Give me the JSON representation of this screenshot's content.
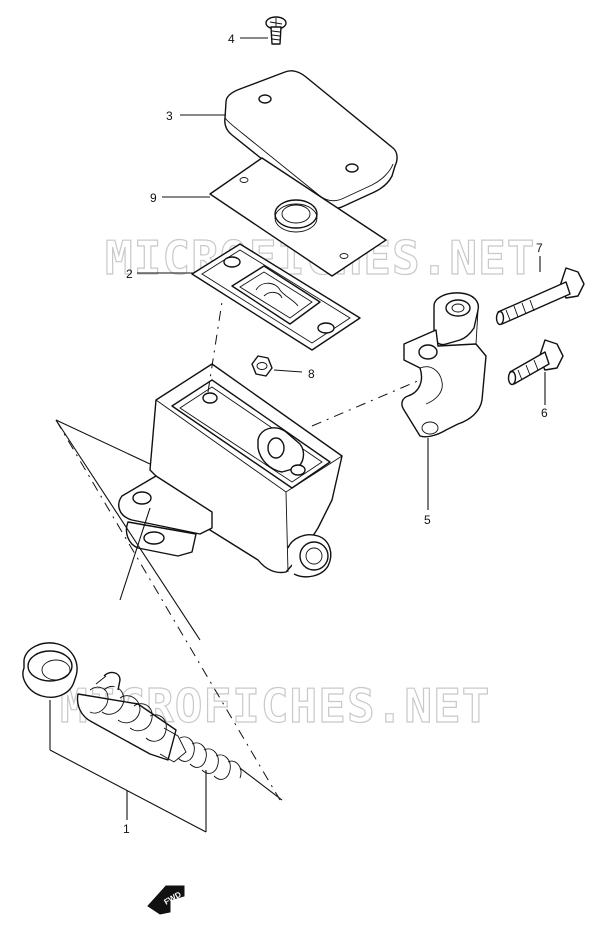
{
  "watermarks": [
    "MICROFICHES.NET",
    "MICROFICHES.NET"
  ],
  "callouts": [
    {
      "number": "4",
      "part": "screw"
    },
    {
      "number": "3",
      "part": "reservoir-cap"
    },
    {
      "number": "9",
      "part": "plate"
    },
    {
      "number": "2",
      "part": "diaphragm"
    },
    {
      "number": "8",
      "part": "nut"
    },
    {
      "number": "7",
      "part": "bolt-upper"
    },
    {
      "number": "6",
      "part": "bolt-lower"
    },
    {
      "number": "5",
      "part": "holder-clamp"
    },
    {
      "number": "1",
      "part": "piston-cup-set"
    }
  ],
  "direction_badge": "FWD",
  "colors": {
    "line": "#111111",
    "watermark": "#c9c9c9",
    "background": "#ffffff"
  }
}
